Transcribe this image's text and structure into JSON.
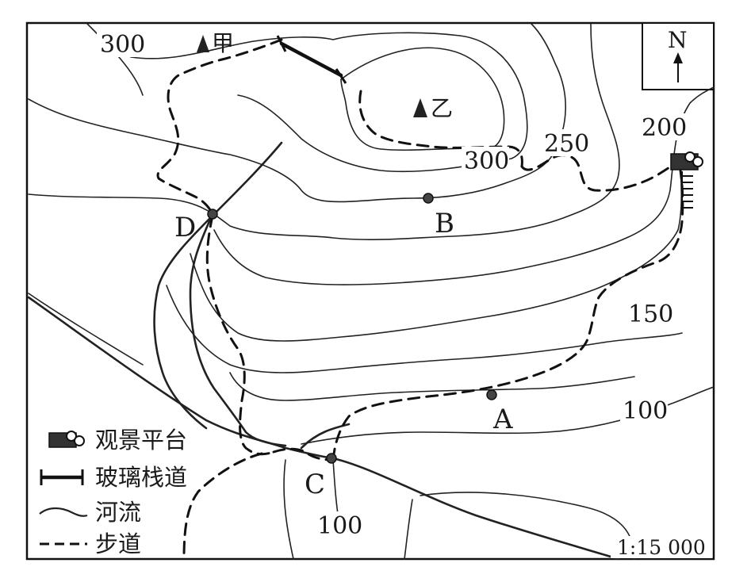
{
  "map": {
    "contour_labels": [
      {
        "id": "c300-nw",
        "text": "300"
      },
      {
        "id": "c300-inner",
        "text": "300"
      },
      {
        "id": "c250",
        "text": "250"
      },
      {
        "id": "c200",
        "text": "200"
      },
      {
        "id": "c150",
        "text": "150"
      },
      {
        "id": "c100-e",
        "text": "100"
      },
      {
        "id": "c100-s",
        "text": "100"
      }
    ],
    "peaks": [
      {
        "id": "jia",
        "label": "甲"
      },
      {
        "id": "yi",
        "label": "乙"
      }
    ],
    "points": [
      {
        "id": "A",
        "label": "A"
      },
      {
        "id": "B",
        "label": "B"
      },
      {
        "id": "C",
        "label": "C"
      },
      {
        "id": "D",
        "label": "D"
      }
    ],
    "north_label": "N",
    "scale": "1:15 000",
    "legend": [
      {
        "symbol": "viewing-platform",
        "label": "观景平台"
      },
      {
        "symbol": "glass-walkway",
        "label": "玻璃栈道"
      },
      {
        "symbol": "river",
        "label": "河流"
      },
      {
        "symbol": "trail",
        "label": "步道"
      }
    ]
  }
}
